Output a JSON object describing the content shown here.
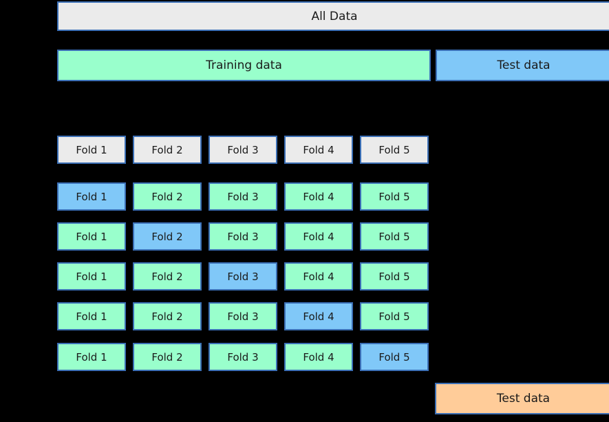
{
  "diagram": {
    "all_data_label": "All Data",
    "training_label": "Training data",
    "test_top_label": "Test data",
    "test_bottom_label": "Test data",
    "fold_header": [
      "Fold 1",
      "Fold 2",
      "Fold 3",
      "Fold 4",
      "Fold 5"
    ],
    "cv_rows": [
      {
        "folds": [
          "Fold 1",
          "Fold 2",
          "Fold 3",
          "Fold 4",
          "Fold 5"
        ],
        "test_fold_index": 0
      },
      {
        "folds": [
          "Fold 1",
          "Fold 2",
          "Fold 3",
          "Fold 4",
          "Fold 5"
        ],
        "test_fold_index": 1
      },
      {
        "folds": [
          "Fold 1",
          "Fold 2",
          "Fold 3",
          "Fold 4",
          "Fold 5"
        ],
        "test_fold_index": 2
      },
      {
        "folds": [
          "Fold 1",
          "Fold 2",
          "Fold 3",
          "Fold 4",
          "Fold 5"
        ],
        "test_fold_index": 3
      },
      {
        "folds": [
          "Fold 1",
          "Fold 2",
          "Fold 3",
          "Fold 4",
          "Fold 5"
        ],
        "test_fold_index": 4
      }
    ],
    "colors": {
      "background": "#000000",
      "box_gray": "#ebebeb",
      "box_green": "#99ffcc",
      "box_blue": "#80c8f8",
      "box_orange": "#ffcc99",
      "box_border": "#3b6fb6",
      "text": "#1a1a1a"
    }
  }
}
